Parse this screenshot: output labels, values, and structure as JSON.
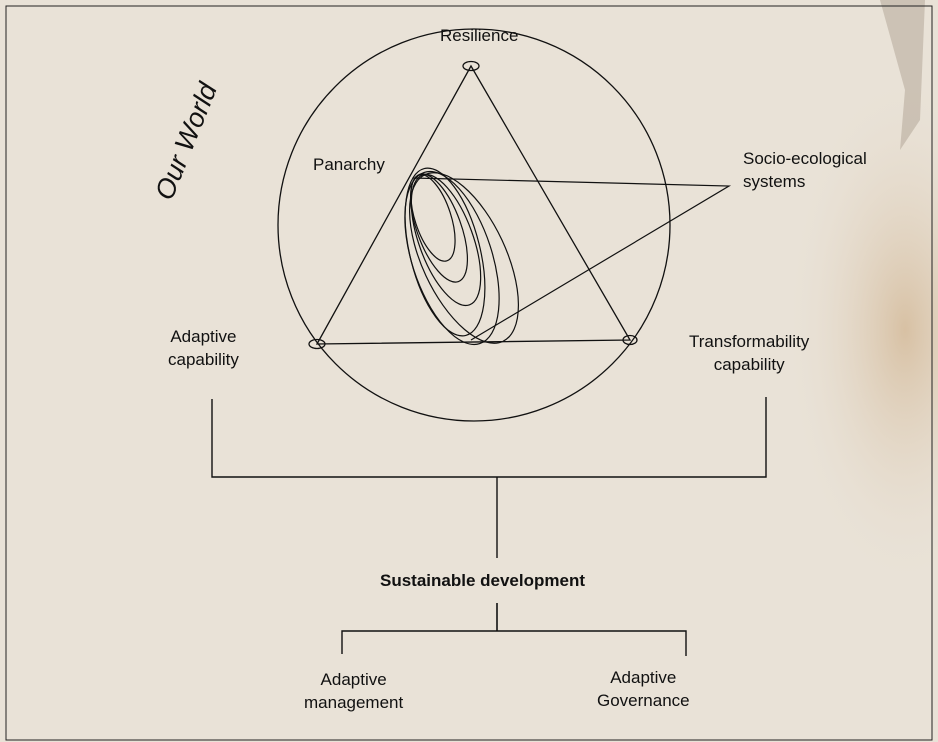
{
  "diagram": {
    "world_label": "Our World",
    "vertices": {
      "top": "Resilience",
      "left": [
        "Adaptive",
        "capability"
      ],
      "right": [
        "Transformability",
        "capability"
      ]
    },
    "center_label": "Panarchy",
    "system_label": [
      "Socio-ecological",
      "systems"
    ],
    "outcome": "Sustainable development",
    "outcomes_sub": {
      "left": [
        "Adaptive",
        "management"
      ],
      "right": [
        "Adaptive",
        "Governance"
      ]
    }
  }
}
